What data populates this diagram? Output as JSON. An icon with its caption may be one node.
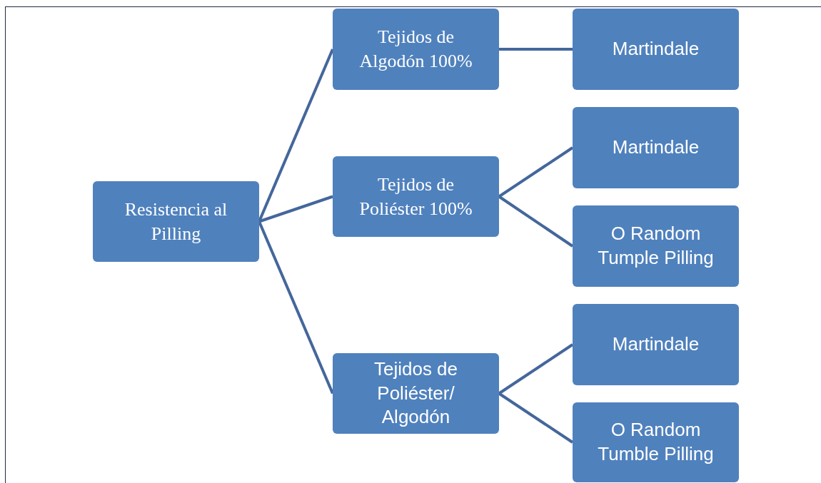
{
  "diagram": {
    "nodes": [
      {
        "text": [
          "Resistencia al Pilling"
        ]
      },
      {
        "text": [
          "Tejidos de Algodón 100%"
        ]
      },
      {
        "text": [
          "Tejidos de Poliéster 100%"
        ]
      },
      {
        "text": [
          "Tejidos de Poliéster/ Algodón"
        ]
      },
      {
        "text": [
          "Martindale"
        ]
      },
      {
        "text": [
          "Martindale"
        ]
      },
      {
        "text": [
          "O Random Tumple Pilling"
        ]
      },
      {
        "text": [
          "Martindale"
        ]
      },
      {
        "text": [
          "O Random Tumble Pilling"
        ]
      }
    ],
    "edges": [
      {
        "from": 0,
        "to": 1,
        "arrow": "none"
      },
      {
        "from": 0,
        "to": 2,
        "arrow": "none"
      },
      {
        "from": 0,
        "to": 3,
        "arrow": "none"
      },
      {
        "from": 1,
        "to": 4,
        "arrow": "none"
      },
      {
        "from": 2,
        "to": 5,
        "arrow": "none"
      },
      {
        "from": 2,
        "to": 6,
        "arrow": "none"
      },
      {
        "from": 3,
        "to": 7,
        "arrow": "none"
      },
      {
        "from": 3,
        "to": 8,
        "arrow": "none"
      }
    ]
  }
}
